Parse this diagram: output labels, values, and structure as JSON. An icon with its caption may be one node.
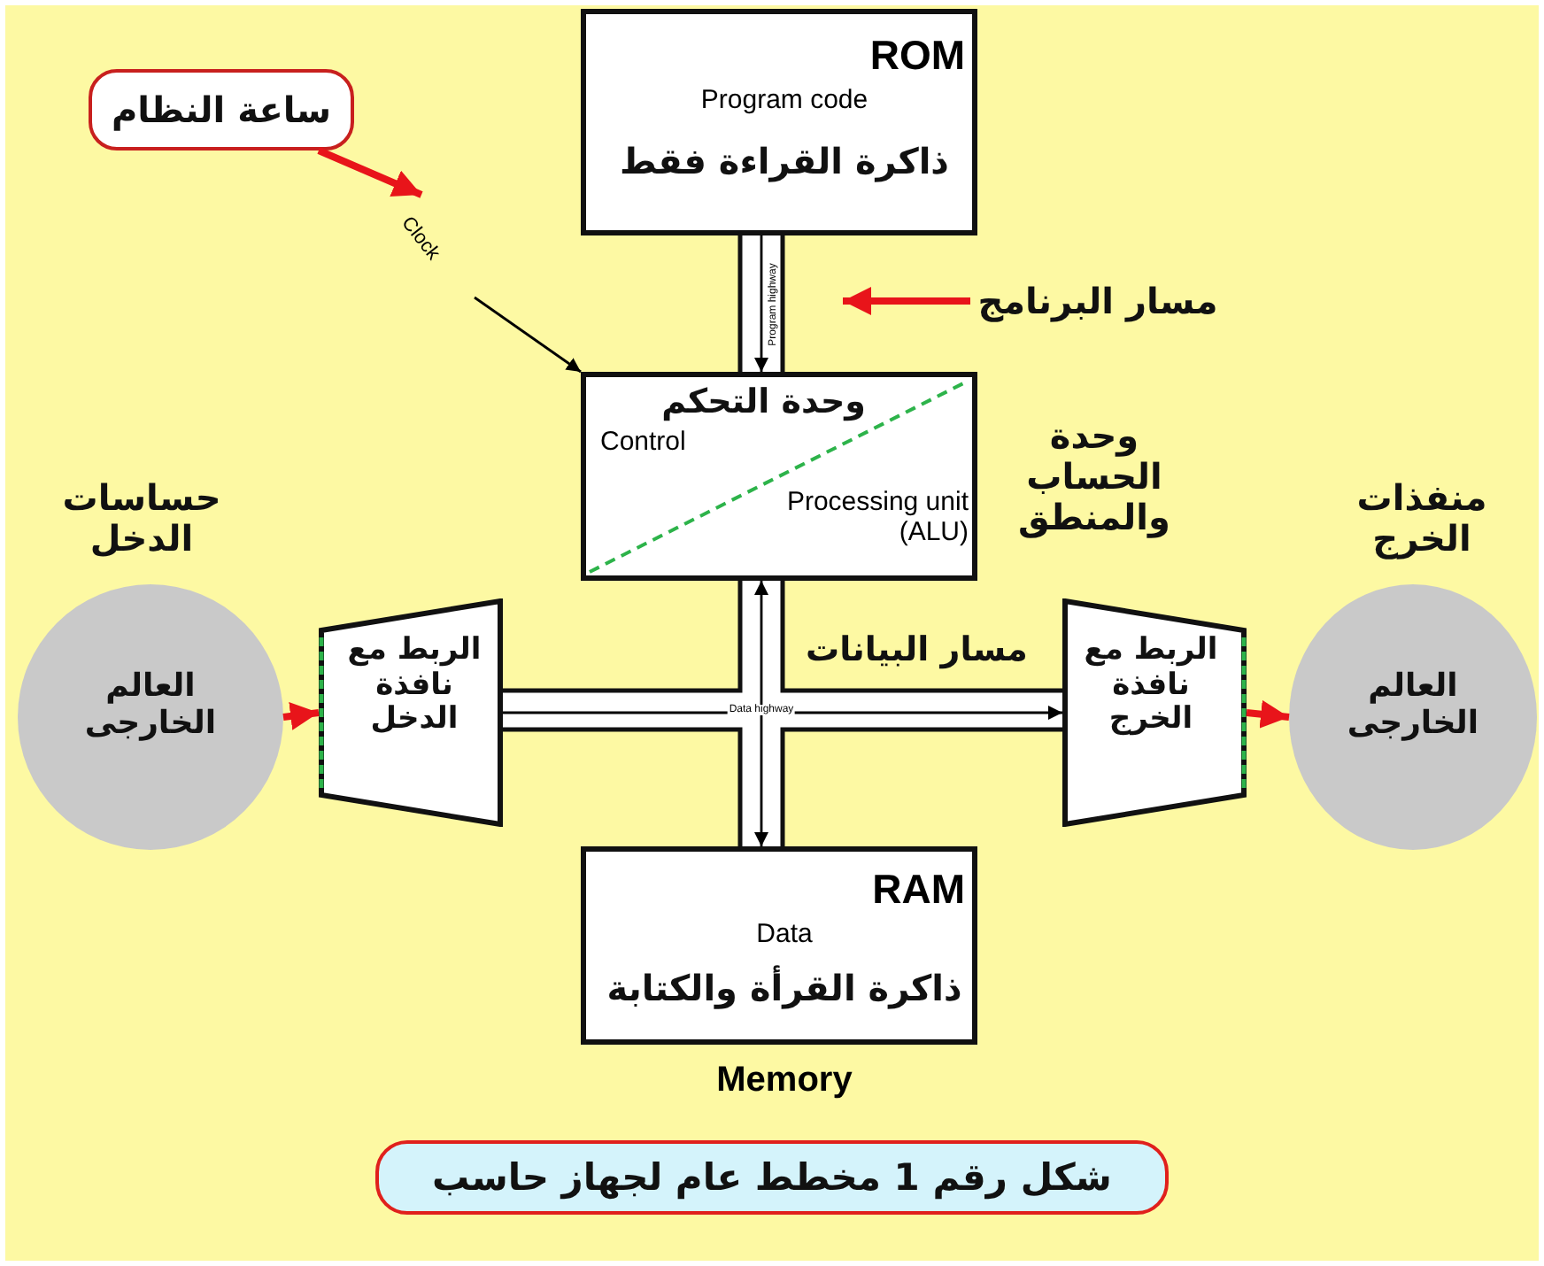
{
  "diagram": {
    "caption": "شكل رقم 1 مخطط عام لجهاز حاسب",
    "nodes": [
      {
        "text": [
          "ساعة النظام"
        ]
      },
      {
        "text": [
          "ROM",
          "Program code",
          "ذاكرة القراءة فقط"
        ]
      },
      {
        "text": [
          "مسار البرنامج"
        ]
      },
      {
        "text": [
          "وحدة التحكم",
          "Control",
          "Processing unit (ALU)"
        ],
        "beside": [
          "وحدة الحساب والمنطق"
        ]
      },
      {
        "text": [
          "حساسات الدخل",
          "العالم الخارجى"
        ]
      },
      {
        "text": [
          "الربط مع نافذة الدخل"
        ]
      },
      {
        "text": [
          "الربط مع نافذة الخرج"
        ]
      },
      {
        "text": [
          "منفذات الخرج",
          "العالم الخارجى"
        ]
      },
      {
        "text": [
          "RAM",
          "Data",
          "ذاكرة القرأة والكتابة"
        ],
        "beside": [
          "Memory"
        ]
      }
    ],
    "edges": [
      {
        "from": 0,
        "to": null,
        "arrow": "to",
        "style": "thick",
        "color": "#e8141a"
      },
      {
        "from": null,
        "to": 3,
        "arrow": "to",
        "label": "Clock",
        "color": "#000000"
      },
      {
        "from": 1,
        "to": 3,
        "arrow": "to",
        "label": "Program highway",
        "color": "#000000"
      },
      {
        "from": 2,
        "to": null,
        "arrow": "to",
        "style": "thick",
        "color": "#e8141a"
      },
      {
        "from": 4,
        "to": 5,
        "arrow": "to",
        "style": "thick",
        "color": "#e8141a"
      },
      {
        "from": 5,
        "to": 6,
        "arrow": "to",
        "label": "Data highway",
        "color": "#000000"
      },
      {
        "from": 3,
        "to": 8,
        "arrow": "both",
        "color": "#000000"
      },
      {
        "from": 6,
        "to": 7,
        "arrow": "to",
        "style": "thick",
        "color": "#e8141a"
      }
    ],
    "labels": [
      "مسار البيانات"
    ]
  }
}
